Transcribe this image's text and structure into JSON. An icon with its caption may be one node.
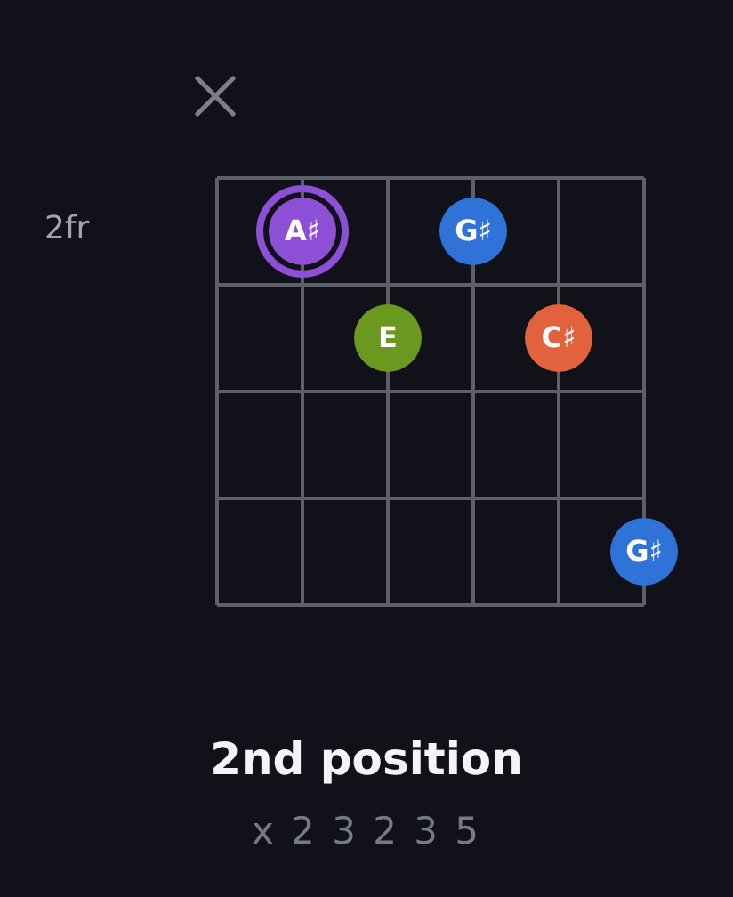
{
  "diagram": {
    "title": "2nd position",
    "nodes": [
      {
        "text": [
          "A♯"
        ]
      },
      {
        "text": [
          "G♯"
        ]
      },
      {
        "text": [
          "E"
        ]
      },
      {
        "text": [
          "C♯"
        ]
      },
      {
        "text": [
          "G♯"
        ]
      }
    ],
    "labels": [
      "2fr",
      "x 2 3 2 3 5"
    ]
  }
}
